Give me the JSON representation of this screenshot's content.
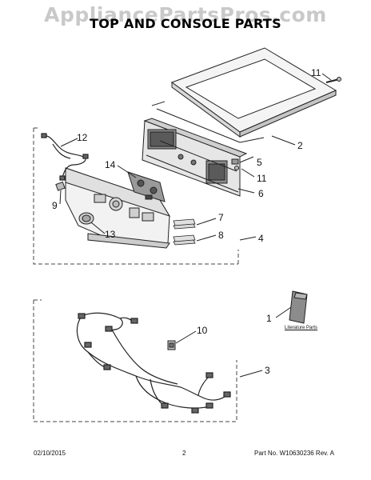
{
  "watermark": "AppliancePartsPros.com",
  "title": "TOP AND CONSOLE PARTS",
  "callouts": [
    "11",
    "2",
    "12",
    "5",
    "11",
    "6",
    "14",
    "9",
    "7",
    "8",
    "13",
    "4",
    "1",
    "10",
    "3"
  ],
  "literature_label": "Literature Parts",
  "footer": {
    "date": "02/10/2015",
    "page": "2",
    "part_no": "Part No. W10630236  Rev. A"
  }
}
